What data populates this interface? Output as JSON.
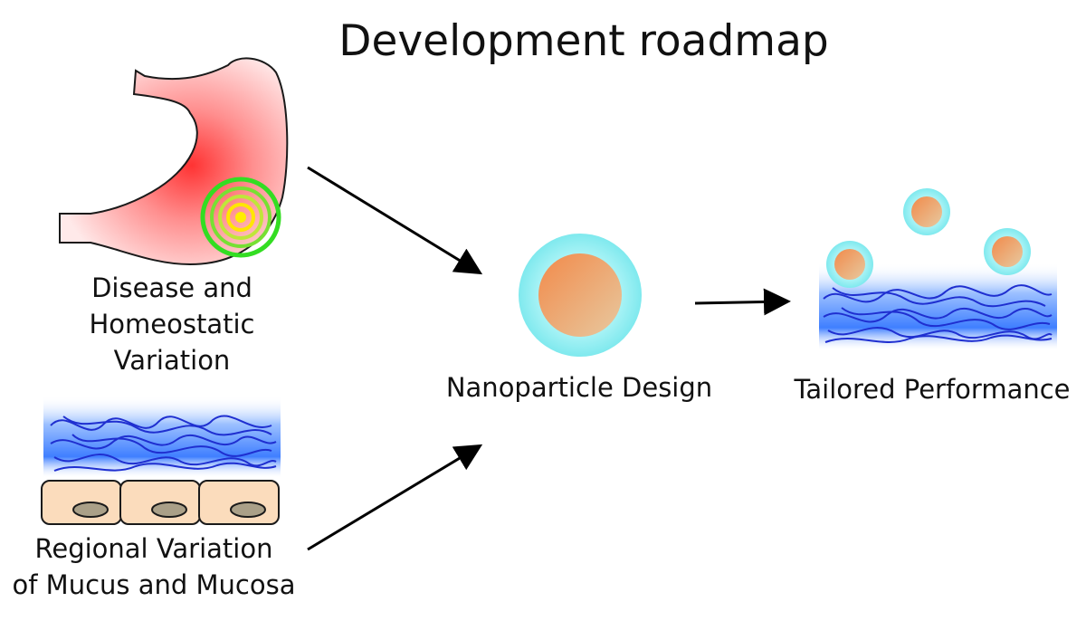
{
  "title": "Development roadmap",
  "labels": {
    "disease": [
      "Disease and",
      "Homeostatic",
      "Variation"
    ],
    "regional": [
      "Regional Variation",
      "of Mucus and Mucosa"
    ],
    "nanoparticle": "Nanoparticle Design",
    "tailored": "Tailored Performance"
  },
  "colors": {
    "stomach_core": "#ff3a3a",
    "stomach_edge": "#ffe6e6",
    "target_ring": "#33dd22",
    "target_center": "#ffee00",
    "mucus_blue": "#3d7dff",
    "mucus_fiber": "#1f2fd0",
    "cell_fill": "#fbdcbc",
    "nucleus": "#aaa088",
    "particle_shell": "#a9f2f4",
    "particle_core": "#ee9a5c",
    "arrow": "#000000"
  }
}
